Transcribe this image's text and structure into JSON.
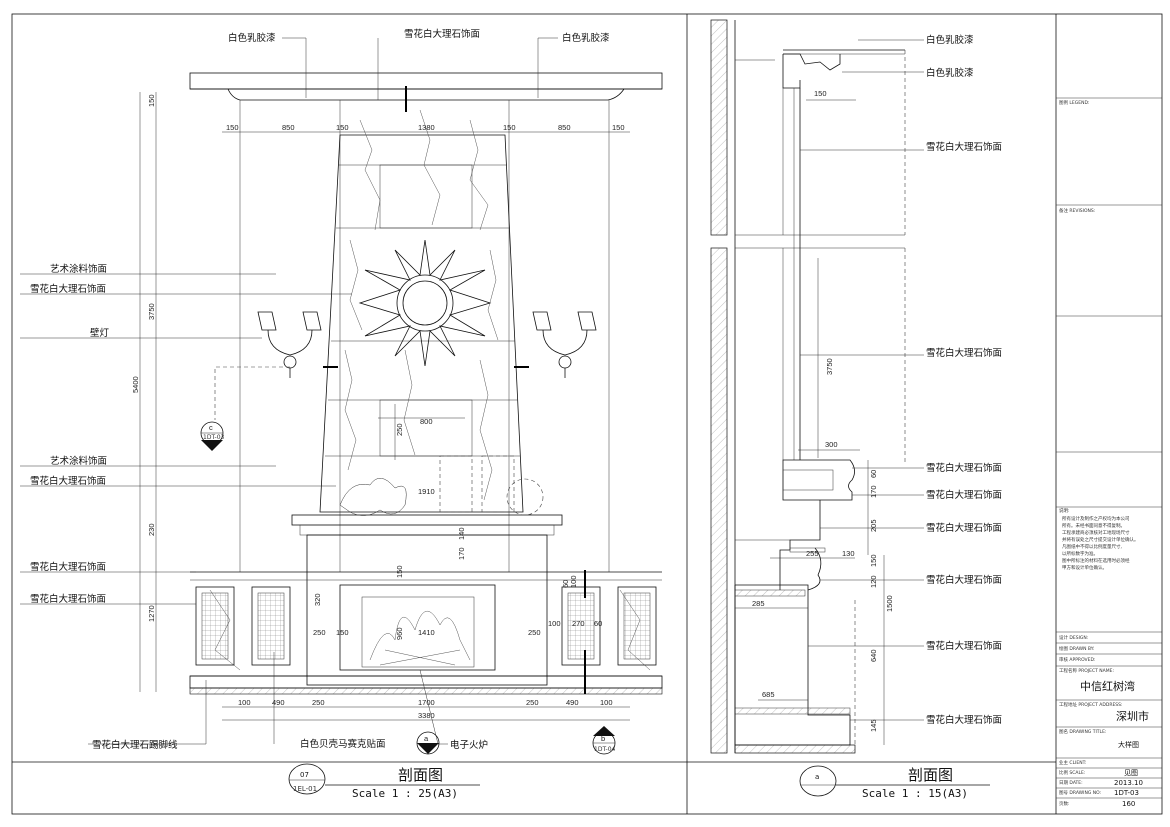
{
  "left_view": {
    "labels": {
      "white_latex_1": "白色乳胶漆",
      "marble_top": "雪花白大理石饰面",
      "white_latex_2": "白色乳胶漆",
      "art_paint_1": "艺术涂料饰面",
      "marble_1": "雪花白大理石饰面",
      "sconce": "壁灯",
      "art_paint_2": "艺术涂料饰面",
      "marble_2": "雪花白大理石饰面",
      "marble_3": "雪花白大理石饰面",
      "marble_4": "雪花白大理石饰面",
      "baseboard": "雪花白大理石踢脚线",
      "mosaic": "白色贝壳马赛克贴面",
      "e_fire": "电子火炉"
    },
    "dims_top": [
      "150",
      "850",
      "150",
      "1380",
      "150",
      "850",
      "150"
    ],
    "dims_left_outer": [
      "150",
      "3750",
      "230",
      "1270"
    ],
    "dim_total_height": "5400",
    "dims_bottom": [
      "100",
      "490",
      "250",
      "1700",
      "250",
      "490",
      "100"
    ],
    "dim_bottom_total": "3380",
    "dims_inner": {
      "d800": "800",
      "d250a": "250",
      "d1910": "1910",
      "d140": "140",
      "d170": "170",
      "d150a": "150",
      "d320": "320",
      "d250b": "250",
      "d150b": "150",
      "d960": "960",
      "d1410": "1410",
      "d250c": "250",
      "d100": "100",
      "d270": "270",
      "d60": "60",
      "d100b": "100",
      "d60b": "60"
    },
    "callout_c": {
      "letter": "c",
      "ref": "1DT-03"
    },
    "callout_a": {
      "letter": "a"
    },
    "callout_b": {
      "letter": "b",
      "ref": "1DT-04"
    },
    "title": "剖面图",
    "drawing_no": "07",
    "drawing_ref": "1EL-01",
    "scale": "Scale 1 : 25(A3)"
  },
  "right_view": {
    "labels": {
      "latex_1": "白色乳胶漆",
      "latex_2": "白色乳胶漆",
      "marble_1": "雪花白大理石饰面",
      "marble_2": "雪花白大理石饰面",
      "marble_3": "雪花白大理石饰面",
      "marble_4": "雪花白大理石饰面",
      "marble_5": "雪花白大理石饰面",
      "marble_6": "雪花白大理石饰面",
      "marble_7": "雪花白大理石饰面",
      "marble_8": "雪花白大理石饰面"
    },
    "dims": {
      "d150": "150",
      "d3750": "3750",
      "d300": "300",
      "d60": "60",
      "d170": "170",
      "d205": "205",
      "d255": "255",
      "d130": "130",
      "d150b": "150",
      "d120": "120",
      "d285": "285",
      "d1500": "1500",
      "d640": "640",
      "d685": "685",
      "d145": "145"
    },
    "callout": {
      "letter": "a"
    },
    "title": "剖面图",
    "scale": "Scale 1 : 15(A3)"
  },
  "title_block": {
    "legend_label": "图例 LEGEND:",
    "revisions_label": "备注 REVISIONS:",
    "notes_label": "说明:",
    "notes": [
      "所有设计及制作之产权均为本公司",
      "所有。未经书面同意不得复制。",
      "工程承建商必须核对工地现场尺寸",
      "并将有误处之尺寸提交设计单位确认。",
      "凡图纸中不得以比例度量尺寸,",
      "以所标数字为准。",
      "图中所标注的材料在选用时必须经",
      "甲方和设计单位确认。"
    ],
    "design_label": "设计 DESIGN:",
    "drawn_label": "绘图 DRAWN BY:",
    "approved_label": "审核 APPROVED:",
    "project_name_label": "工程名称 PROJECT NAME:",
    "project_name": "中信红树湾",
    "project_address_label": "工程地址 PROJECT ADDRESS:",
    "project_address": "深圳市",
    "drawing_title_label": "图名 DRAWING TITLE:",
    "drawing_title": "大样图",
    "client_label": "业主 CLIENT:",
    "scale_label": "比例 SCALE:",
    "scale_value": "见图",
    "date_label": "日期 DATE:",
    "date_value": "2013.10",
    "drawing_no_label": "图号 DRAWING NO:",
    "drawing_no_value": "1DT-03",
    "page_label": "页数:",
    "page_value": "160"
  }
}
